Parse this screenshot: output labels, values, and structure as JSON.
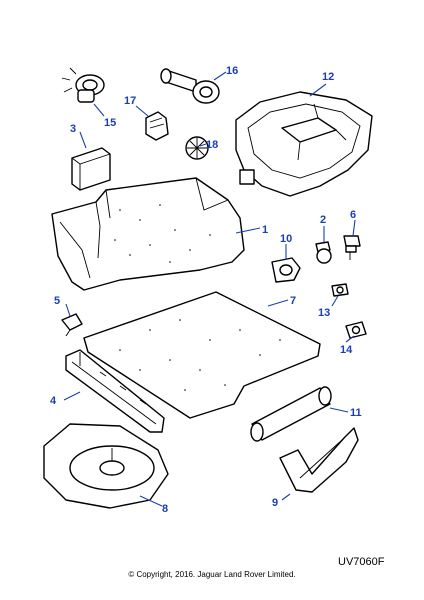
{
  "diagram": {
    "callouts": [
      "1",
      "2",
      "3",
      "4",
      "5",
      "6",
      "7",
      "8",
      "9",
      "10",
      "11",
      "12",
      "13",
      "14",
      "15",
      "16",
      "17",
      "18"
    ],
    "code": "UV7060F",
    "copyright": "© Copyright, 2016. Jaguar Land Rover Limited.",
    "colors": {
      "callout": "#1a3fb0",
      "line": "#000000",
      "background": "#ffffff"
    }
  }
}
